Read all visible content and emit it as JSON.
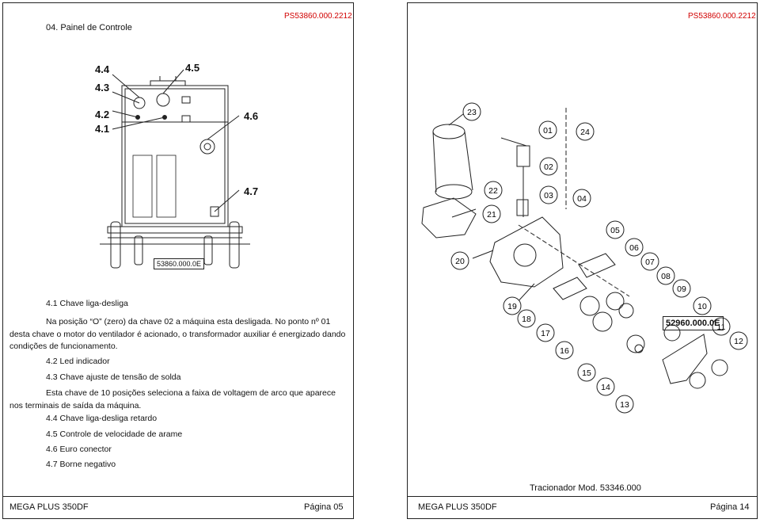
{
  "left": {
    "section_title": "04. Painel de Controle",
    "doc_code": "PS53860.000.2212",
    "figure_labels": [
      "4.4",
      "4.5",
      "4.3",
      "4.2",
      "4.6",
      "4.1",
      "4.7"
    ],
    "figure_ref": "53860.000.0E",
    "items": [
      {
        "title": "4.1 Chave liga-desliga"
      },
      {
        "text": "Na posição “O” (zero) da chave 02 a máquina esta desligada. No ponto nº 01 desta chave o motor do ventilador é acionado, o transformador auxiliar é energizado dando condições de funcionamento."
      },
      {
        "title": "4.2 Led indicador"
      },
      {
        "title": "4.3 Chave ajuste de tensão de solda"
      },
      {
        "text": "Esta chave de 10 posições seleciona a faixa de voltagem de arco que aparece nos terminais de saída da máquina."
      },
      {
        "title": "4.4 Chave liga-desliga retardo"
      },
      {
        "title": "4.5 Controle de velocidade de arame"
      },
      {
        "title": "4.6 Euro conector"
      },
      {
        "title": "4.7 Borne negativo"
      }
    ],
    "footer": {
      "product": "MEGA PLUS 350DF",
      "page": "Página  05"
    }
  },
  "right": {
    "doc_code": "PS53860.000.2212",
    "figure_ref": "52960.000.0E",
    "caption": "Tracionador Mod. 53346.000",
    "callouts": [
      "23",
      "01",
      "24",
      "02",
      "22",
      "03",
      "04",
      "21",
      "05",
      "20",
      "06",
      "07",
      "08",
      "09",
      "19",
      "10",
      "18",
      "11",
      "17",
      "12",
      "16",
      "15",
      "14",
      "13"
    ],
    "footer": {
      "product": "MEGA PLUS 350DF",
      "page": "Página  14"
    }
  }
}
